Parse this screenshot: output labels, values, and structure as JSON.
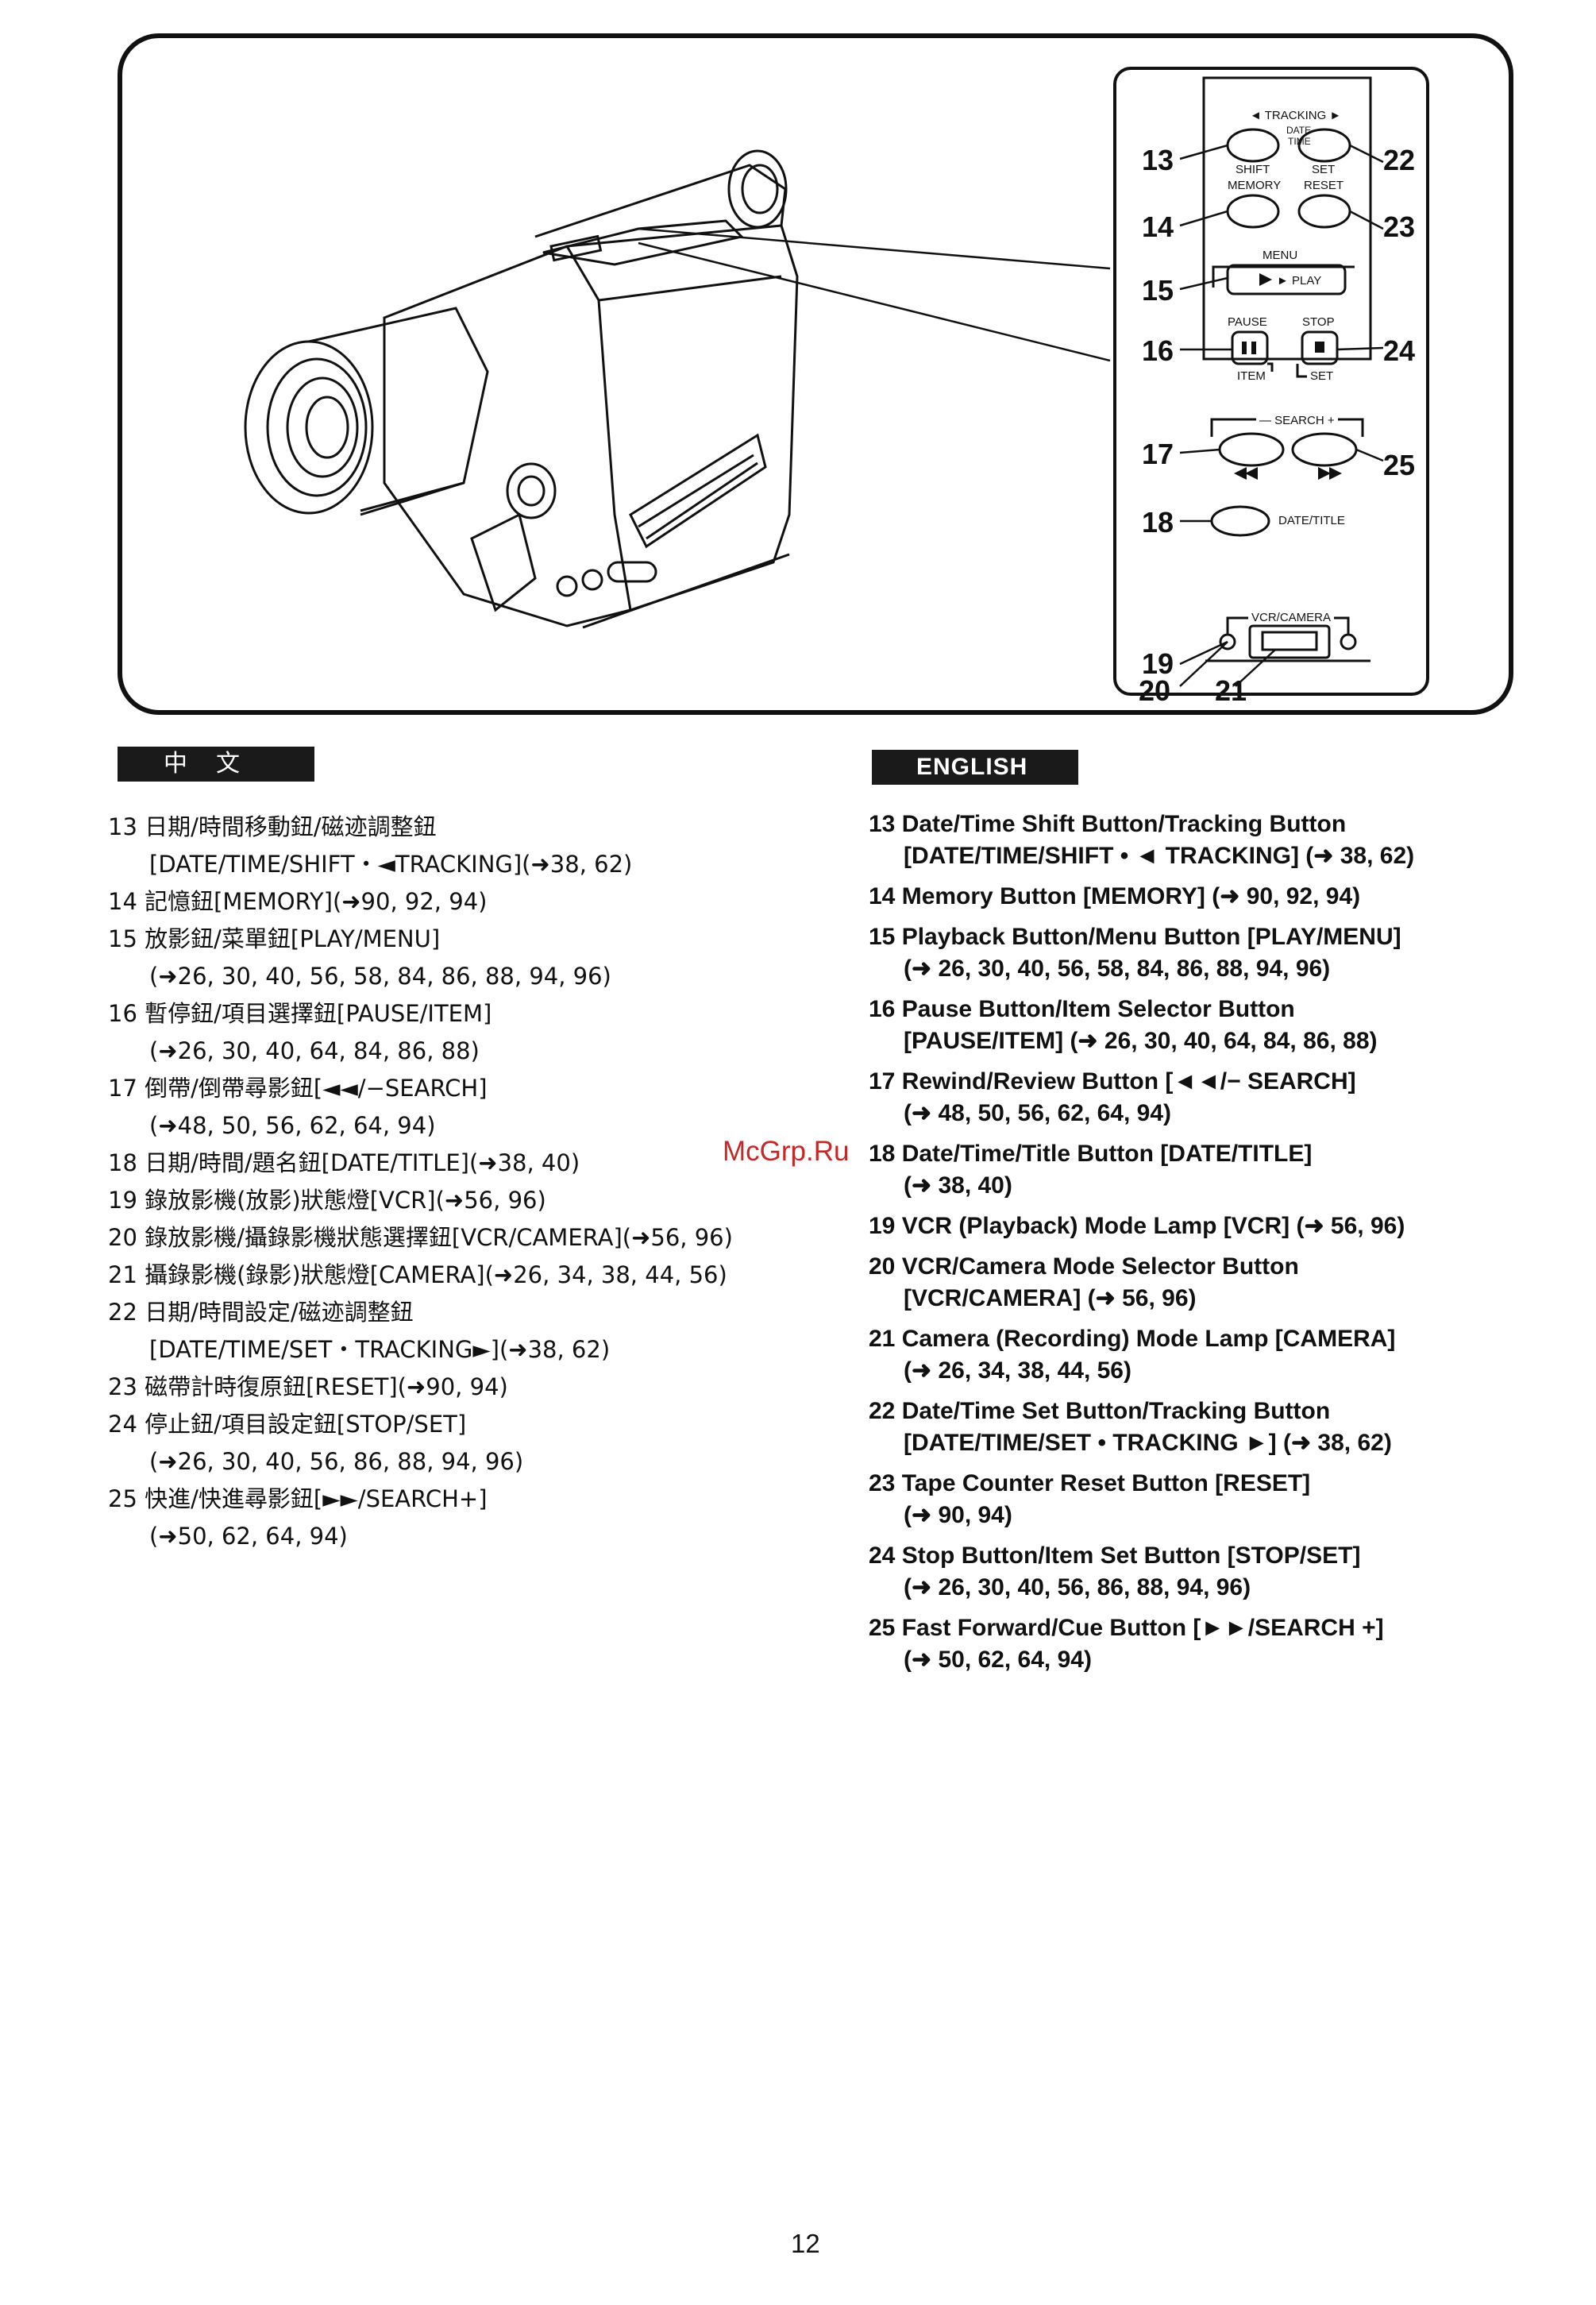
{
  "figure": {
    "callouts": [
      "13",
      "14",
      "15",
      "16",
      "17",
      "18",
      "19",
      "20",
      "21",
      "22",
      "23",
      "24",
      "25"
    ],
    "panel_labels": {
      "tracking": "◄ TRACKING ►",
      "date": "DATE",
      "time": "TIME",
      "shift": "SHIFT",
      "set": "SET",
      "memory": "MEMORY",
      "reset": "RESET",
      "menu": "MENU",
      "play": "► PLAY",
      "pause": "PAUSE",
      "stop": "STOP",
      "item": "ITEM",
      "set2": "SET",
      "search": "— SEARCH +",
      "date_title": "DATE/TITLE",
      "vcr_camera": "VCR/CAMERA"
    }
  },
  "headers": {
    "chinese": "中文",
    "english": "ENGLISH"
  },
  "chinese_items": [
    {
      "l1": "13 日期/時間移動鈕/磁迹調整鈕",
      "l2": "[DATE/TIME/SHIFT・◄TRACKING](➜38, 62)"
    },
    {
      "l1": "14 記憶鈕[MEMORY](➜90, 92, 94)",
      "l2": ""
    },
    {
      "l1": "15 放影鈕/菜單鈕[PLAY/MENU]",
      "l2": "(➜26, 30, 40, 56, 58, 84, 86, 88, 94, 96)"
    },
    {
      "l1": "16 暫停鈕/項目選擇鈕[PAUSE/ITEM]",
      "l2": "(➜26, 30, 40, 64, 84, 86, 88)"
    },
    {
      "l1": "17 倒帶/倒帶尋影鈕[◄◄/−SEARCH]",
      "l2": "(➜48, 50, 56, 62, 64, 94)"
    },
    {
      "l1": "18 日期/時間/題名鈕[DATE/TITLE](➜38, 40)",
      "l2": ""
    },
    {
      "l1": "19 錄放影機(放影)狀態燈[VCR](➜56, 96)",
      "l2": ""
    },
    {
      "l1": "20 錄放影機/攝錄影機狀態選擇鈕[VCR/CAMERA](➜56, 96)",
      "l2": ""
    },
    {
      "l1": "21 攝錄影機(錄影)狀態燈[CAMERA](➜26, 34, 38, 44, 56)",
      "l2": ""
    },
    {
      "l1": "22 日期/時間設定/磁迹調整鈕",
      "l2": "[DATE/TIME/SET・TRACKING►](➜38, 62)"
    },
    {
      "l1": "23 磁帶計時復原鈕[RESET](➜90, 94)",
      "l2": ""
    },
    {
      "l1": "24 停止鈕/項目設定鈕[STOP/SET]",
      "l2": "(➜26, 30, 40, 56, 86, 88, 94, 96)"
    },
    {
      "l1": "25 快進/快進尋影鈕[►►/SEARCH+]",
      "l2": "(➜50, 62, 64, 94)"
    }
  ],
  "english_items": [
    {
      "l1": "13 Date/Time Shift Button/Tracking Button",
      "l2": "[DATE/TIME/SHIFT •  ◄ TRACKING] (➜ 38, 62)"
    },
    {
      "l1": "14 Memory Button [MEMORY] (➜ 90, 92, 94)",
      "l2": ""
    },
    {
      "l1": "15 Playback Button/Menu Button [PLAY/MENU]",
      "l2": "(➜ 26, 30, 40, 56, 58, 84, 86, 88, 94, 96)"
    },
    {
      "l1": "16 Pause Button/Item Selector Button",
      "l2": "[PAUSE/ITEM] (➜ 26, 30, 40, 64, 84, 86, 88)"
    },
    {
      "l1": "17 Rewind/Review Button [◄◄/− SEARCH]",
      "l2": "(➜ 48, 50, 56, 62, 64, 94)"
    },
    {
      "l1": "18 Date/Time/Title Button [DATE/TITLE]",
      "l2": "(➜ 38, 40)"
    },
    {
      "l1": "19 VCR (Playback) Mode Lamp [VCR] (➜ 56, 96)",
      "l2": ""
    },
    {
      "l1": "20 VCR/Camera Mode Selector Button",
      "l2": "[VCR/CAMERA] (➜ 56, 96)"
    },
    {
      "l1": "21 Camera (Recording) Mode Lamp [CAMERA]",
      "l2": "(➜ 26, 34, 38, 44, 56)"
    },
    {
      "l1": "22 Date/Time Set Button/Tracking Button",
      "l2": "[DATE/TIME/SET • TRACKING ►] (➜ 38, 62)"
    },
    {
      "l1": "23 Tape Counter Reset Button [RESET]",
      "l2": "(➜ 90, 94)"
    },
    {
      "l1": "24 Stop Button/Item Set Button [STOP/SET]",
      "l2": "(➜ 26, 30, 40, 56, 86, 88, 94, 96)"
    },
    {
      "l1": "25 Fast Forward/Cue Button [►►/SEARCH +]",
      "l2": "(➜ 50, 62, 64, 94)"
    }
  ],
  "watermark": "McGrp.Ru",
  "page_number": "12"
}
